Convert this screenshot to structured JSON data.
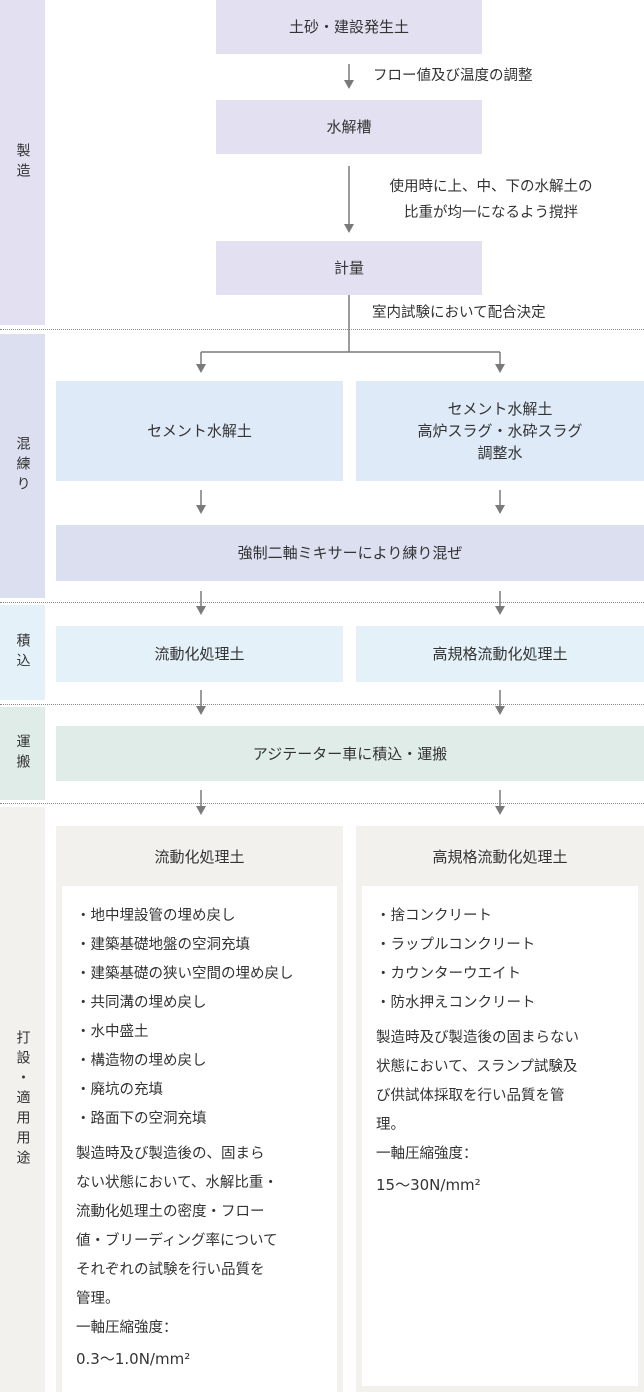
{
  "sections": {
    "manufacture": "製造",
    "mixing": "混練り",
    "loading": "積込",
    "transport": "運搬",
    "placement": "打設・適用用途"
  },
  "flow": {
    "soil": "土砂・建設発生土",
    "note1": "フロー値及び温度の調整",
    "tank": "水解槽",
    "note2_line1": "使用時に上、中、下の水解土の",
    "note2_line2": "比重が均一になるよう撹拌",
    "measure": "計量",
    "note3": "室内試験において配合決定"
  },
  "mix": {
    "left": "セメント水解土",
    "right_line1": "セメント水解土",
    "right_line2": "高炉スラグ・水砕スラグ",
    "right_line3": "調整水",
    "mixer": "強制二軸ミキサーにより練り混ぜ"
  },
  "load": {
    "left": "流動化処理土",
    "right": "高規格流動化処理土"
  },
  "transport": {
    "label": "アジテーター車に積込・運搬"
  },
  "uses": {
    "left": {
      "title": "流動化処理土",
      "items": [
        "・地中埋設管の埋め戻し",
        "・建築基礎地盤の空洞充填",
        "・建築基礎の狭い空間の埋め戻し",
        "・共同溝の埋め戻し",
        "・水中盛土",
        "・構造物の埋め戻し",
        "・廃坑の充填",
        "・路面下の空洞充填"
      ],
      "desc_lines": [
        "製造時及び製造後の、固まら",
        "ない状態において、水解比重・",
        "流動化処理土の密度・フロー",
        "値・ブリーディング率について",
        "それぞれの試験を行い品質を",
        "管理。"
      ],
      "strength_label": "一軸圧縮強度：",
      "strength_value": "0.3〜1.0N/mm²"
    },
    "right": {
      "title": "高規格流動化処理土",
      "items": [
        "・捨コンクリート",
        "・ラップルコンクリート",
        "・カウンターウエイト",
        "・防水押えコンクリート"
      ],
      "desc_lines": [
        "製造時及び製造後の固まらない",
        "状態において、スランプ試験及",
        "び供試体採取を行い品質を管",
        "理。"
      ],
      "strength_label": "一軸圧縮強度：",
      "strength_value": "15〜30N/mm²"
    }
  }
}
